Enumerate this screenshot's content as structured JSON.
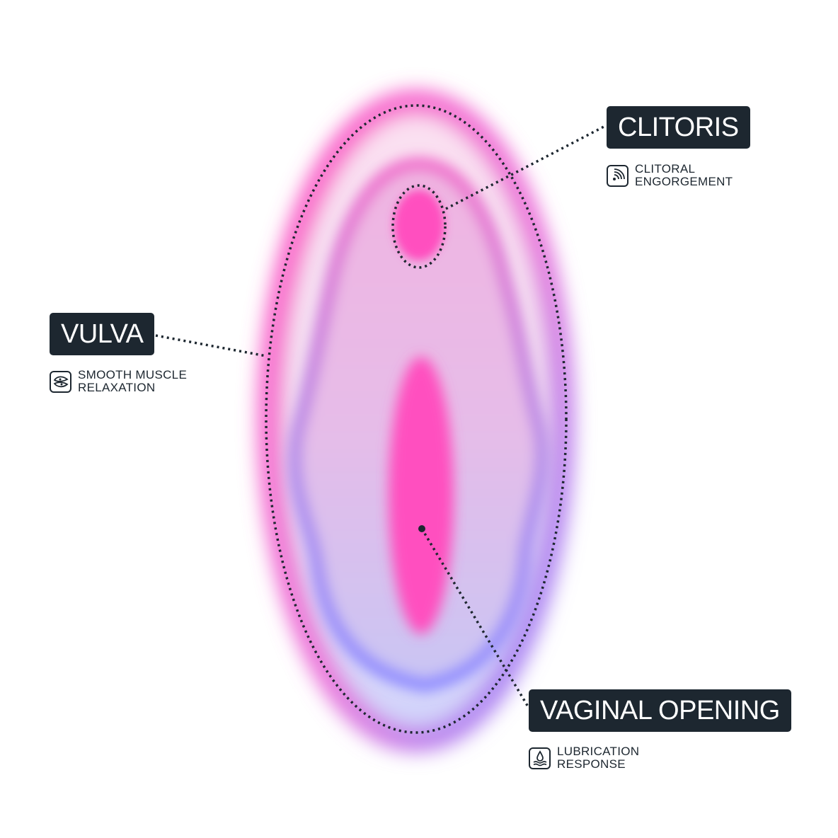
{
  "labels": {
    "clitoris": {
      "title": "CLITORIS",
      "sub_line1": "CLITORAL",
      "sub_line2": "ENGORGEMENT",
      "icon": "concentric-waves-icon"
    },
    "vulva": {
      "title": "VULVA",
      "sub_line1": "SMOOTH MUSCLE",
      "sub_line2": "RELAXATION",
      "icon": "relaxed-muscle-icon"
    },
    "vaginal_opening": {
      "title": "VAGINAL OPENING",
      "sub_line1": "LUBRICATION",
      "sub_line2": "RESPONSE",
      "icon": "droplet-waves-icon"
    }
  },
  "colors": {
    "label_bg": "#1d2730",
    "label_text": "#ffffff",
    "dotted_line": "#1d2730",
    "hot_pink": "#ff4fbf",
    "light_pink": "#fadcef",
    "lavender": "#c9c2f2",
    "violet": "#a58cf0",
    "blue": "#8c8cff"
  }
}
